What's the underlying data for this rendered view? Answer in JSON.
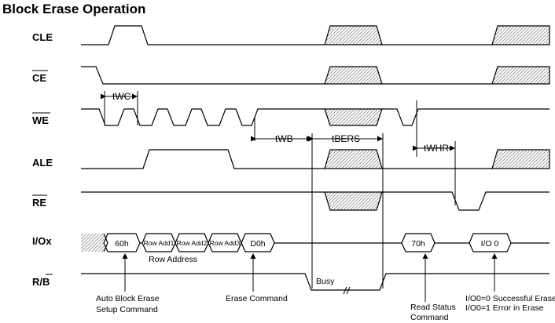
{
  "title": "Block Erase Operation",
  "signals": {
    "cle": "CLE",
    "ce": "CE",
    "we": "WE",
    "ale": "ALE",
    "re": "RE",
    "io": "I/Ox",
    "rb": "R/B"
  },
  "timing": {
    "twc": "tWC",
    "twb": "tWB",
    "tbers": "tBERS",
    "twhr": "tWHR"
  },
  "io_cells": {
    "c60": "60h",
    "ra1": "Row Add1",
    "ra2": "Row Add2",
    "ra3": "Row Add3",
    "d0": "D0h",
    "c70": "70h",
    "io0": "I/O 0"
  },
  "row_address": "Row Address",
  "busy": "Busy",
  "notes": {
    "setup_line1": "Auto Block Erase",
    "setup_line2": "Setup Command",
    "erase": "Erase Command",
    "status_line1": "Read Status",
    "status_line2": "Command",
    "result_line1": "I/O0=0 Successful Erase",
    "result_line2": "I/O0=1 Error in Erase"
  }
}
